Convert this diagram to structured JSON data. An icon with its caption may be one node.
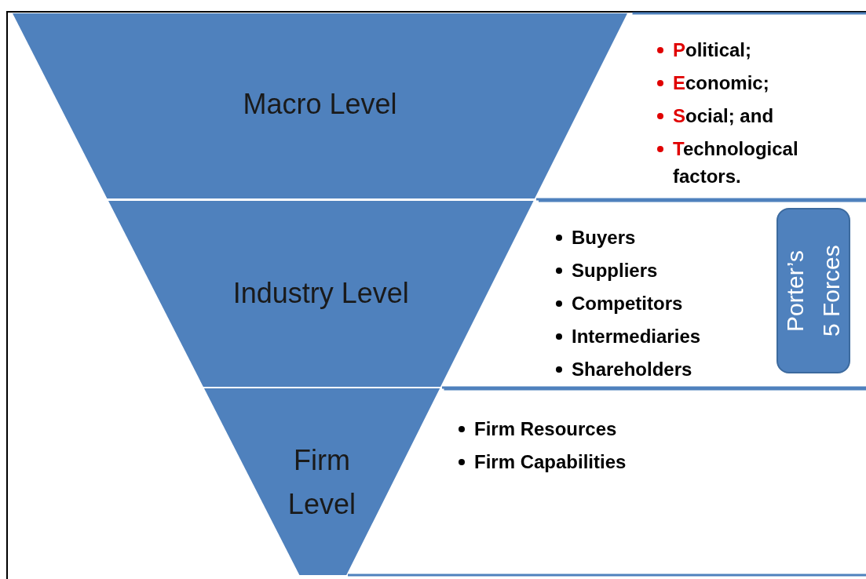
{
  "diagram": {
    "nodes": [
      {
        "text": [
          "Macro Level"
        ]
      },
      {
        "text": [
          "Political;",
          "Economic;",
          "Social; and",
          "Technological factors."
        ]
      },
      {
        "text": [
          "Industry Level"
        ]
      },
      {
        "text": [
          "Buyers",
          "Suppliers",
          "Competitors",
          "Intermediaries",
          "Shareholders"
        ]
      },
      {
        "text": [
          "Porter’s 5 Forces"
        ],
        "in": 3
      },
      {
        "text": [
          "Firm Level"
        ]
      },
      {
        "text": [
          "Firm Resources",
          "Firm Capabilities"
        ]
      }
    ]
  }
}
